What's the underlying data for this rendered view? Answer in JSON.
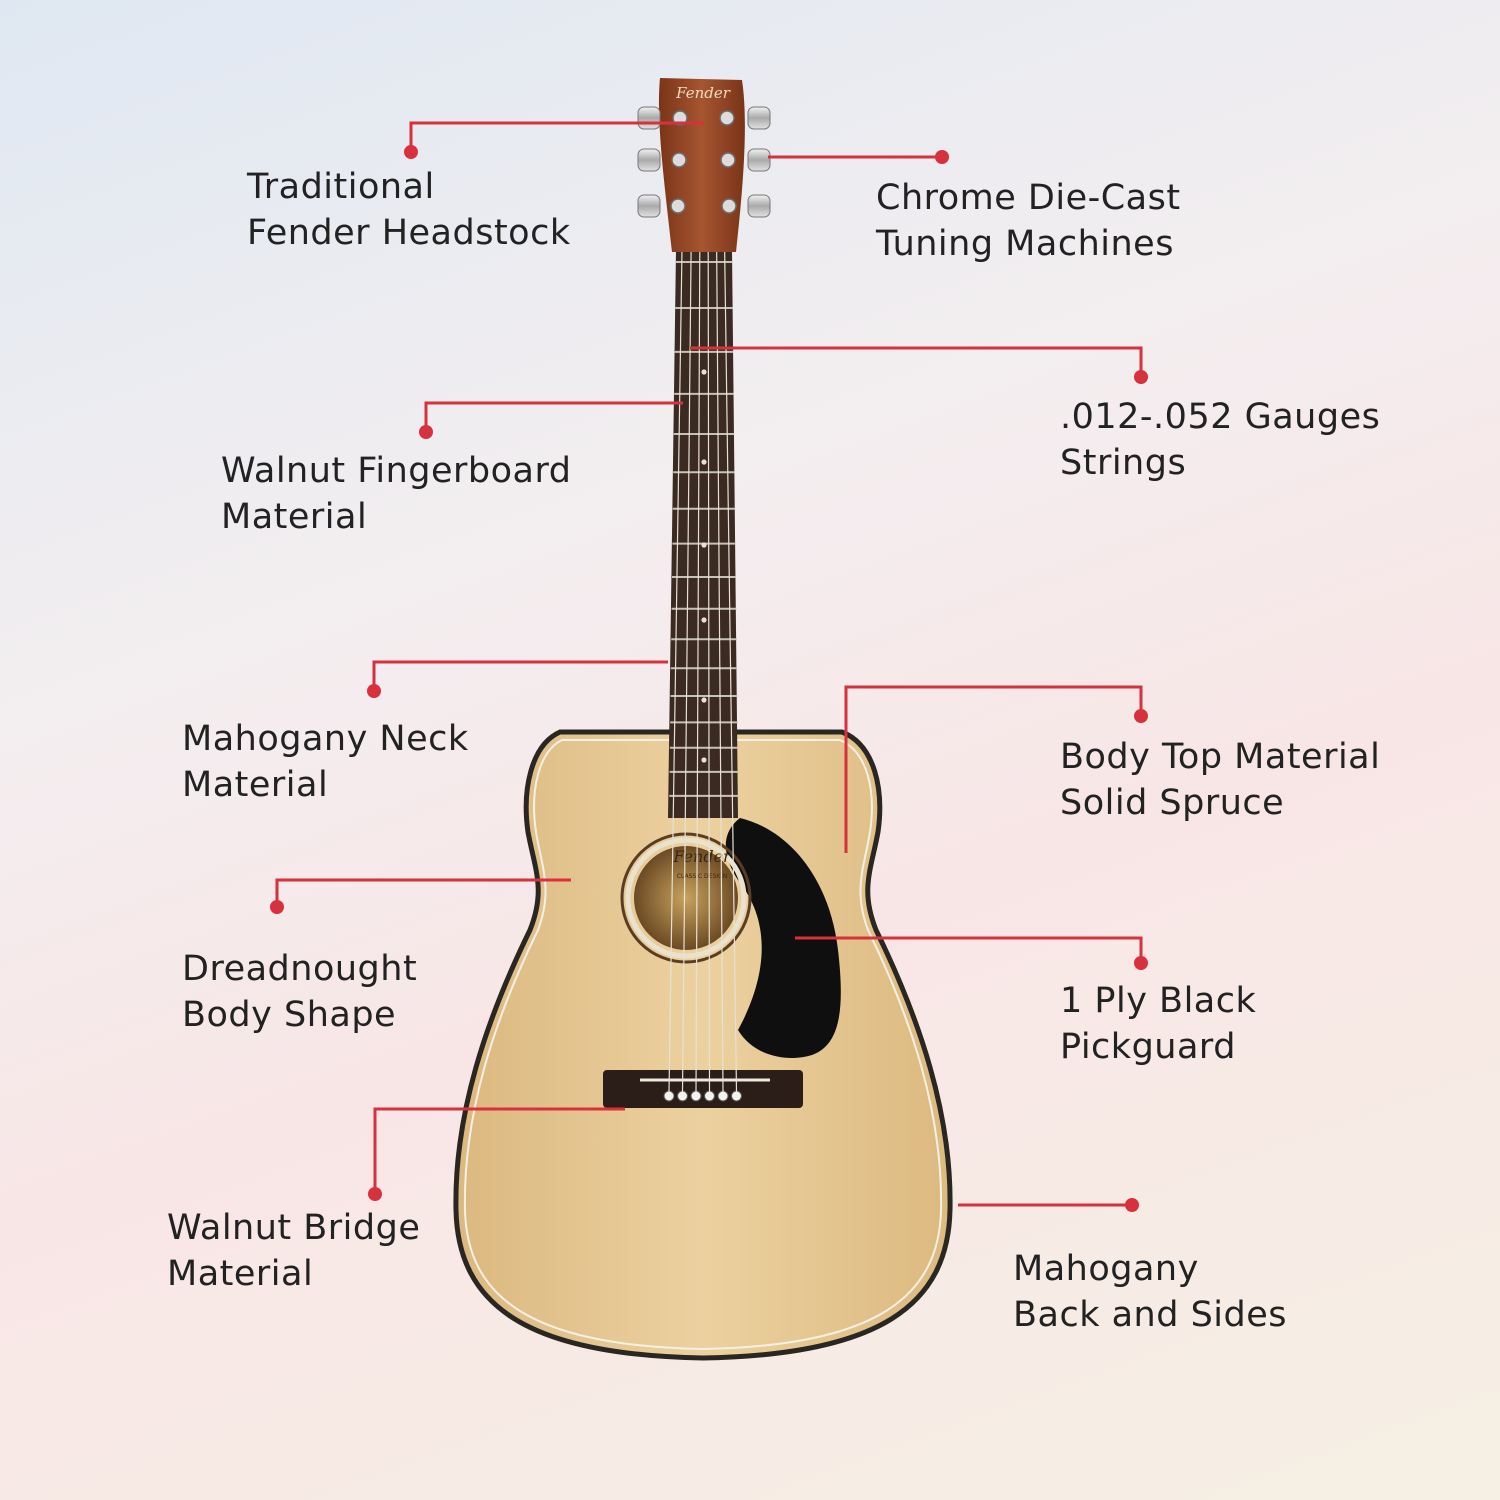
{
  "colors": {
    "accent": "#d6313d",
    "label_text": "#222222",
    "spruce_top": "#e7c893",
    "fingerboard": "#3a2a22",
    "headstock": "#9a4a2a",
    "pickguard": "#0f0f10"
  },
  "brand_logo": {
    "headstock_text": "Fender",
    "soundhole_text": "Fender",
    "soundhole_subtext": "CLASSIC DESIGN"
  },
  "features": [
    {
      "id": "headstock",
      "lines": [
        "Traditional",
        "Fender Headstock"
      ]
    },
    {
      "id": "tuners",
      "lines": [
        "Chrome Die-Cast",
        "Tuning Machines"
      ]
    },
    {
      "id": "strings",
      "lines": [
        ".012-.052 Gauges",
        "Strings"
      ]
    },
    {
      "id": "fingerboard",
      "lines": [
        "Walnut Fingerboard",
        "Material"
      ]
    },
    {
      "id": "neck",
      "lines": [
        "Mahogany Neck",
        "Material"
      ]
    },
    {
      "id": "top",
      "lines": [
        "Body Top Material",
        "Solid Spruce"
      ]
    },
    {
      "id": "shape",
      "lines": [
        "Dreadnought",
        "Body Shape"
      ]
    },
    {
      "id": "pickguard",
      "lines": [
        "1 Ply Black",
        "Pickguard"
      ]
    },
    {
      "id": "bridge",
      "lines": [
        "Walnut Bridge",
        "Material"
      ]
    },
    {
      "id": "backsides",
      "lines": [
        "Mahogany",
        "Back and Sides"
      ]
    }
  ]
}
